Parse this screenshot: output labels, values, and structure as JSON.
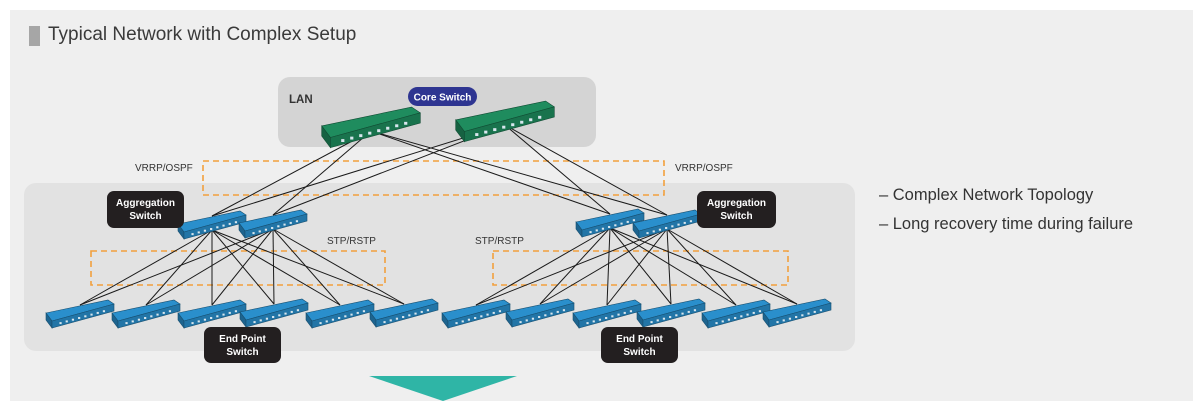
{
  "title": "Typical Network with Complex Setup",
  "labels": {
    "lan": "LAN",
    "core_switch": "Core Switch",
    "vrrp_left": "VRRP/OSPF",
    "vrrp_right": "VRRP/OSPF",
    "stp_left": "STP/RSTP",
    "stp_right": "STP/RSTP",
    "aggregation_switch": [
      "Aggregation",
      "Switch"
    ],
    "end_point_switch": [
      "End Point",
      "Switch"
    ]
  },
  "bullets": [
    "– Complex Network Topology",
    "– Long recovery time during failure"
  ],
  "colors": {
    "core_switch": "#1f8c5e",
    "access_switch": "#2a8fcc",
    "label_dark": "#231f20",
    "core_badge": "#2e3591",
    "dashed_box": "#f2a03d",
    "arrow": "#2fb5a6",
    "lan_area": "#d4d4d4",
    "network_area": "#e2e2e2"
  }
}
